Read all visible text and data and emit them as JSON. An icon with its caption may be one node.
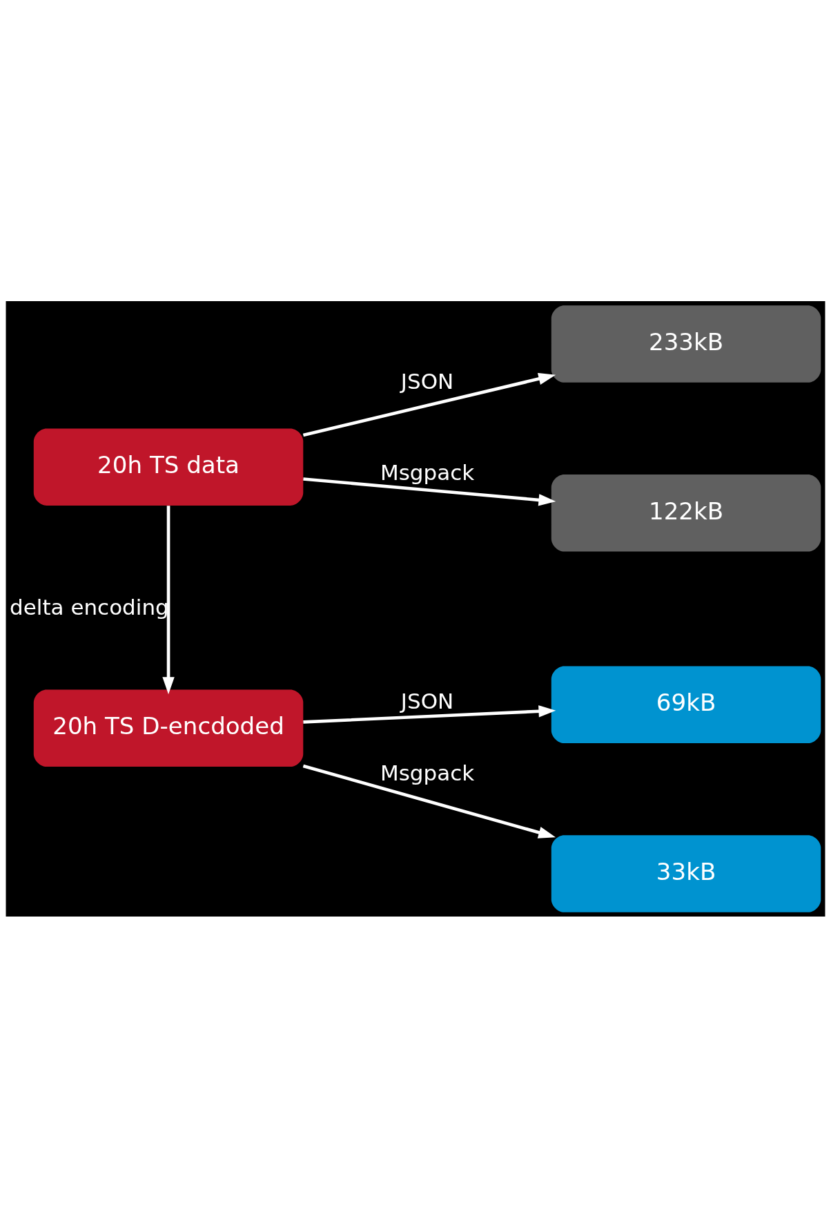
{
  "diagram": {
    "nodes": [
      {
        "text": [
          "20h TS data"
        ]
      },
      {
        "text": [
          "233kB"
        ]
      },
      {
        "text": [
          "122kB"
        ]
      },
      {
        "text": [
          "20h TS D-encdoded"
        ]
      },
      {
        "text": [
          "69kB"
        ]
      },
      {
        "text": [
          "33kB"
        ]
      }
    ],
    "edges": [
      {
        "from": 0,
        "to": 1,
        "arrow": "to",
        "label": "JSON"
      },
      {
        "from": 0,
        "to": 2,
        "arrow": "to",
        "label": "Msgpack"
      },
      {
        "from": 0,
        "to": 3,
        "arrow": "to",
        "label": "delta encoding"
      },
      {
        "from": 3,
        "to": 4,
        "arrow": "to",
        "label": "JSON"
      },
      {
        "from": 3,
        "to": 5,
        "arrow": "to",
        "label": "Msgpack"
      }
    ]
  }
}
